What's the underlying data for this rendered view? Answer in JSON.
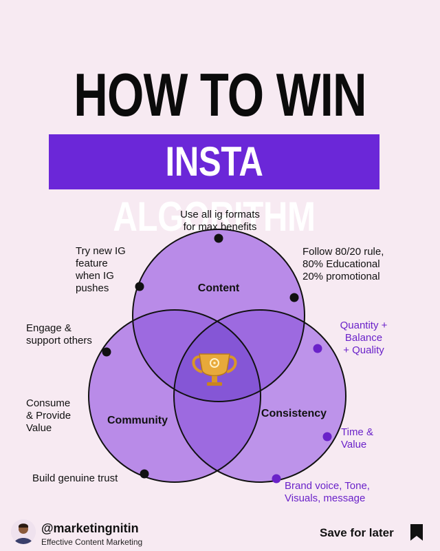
{
  "title": {
    "line1": "HOW TO WIN",
    "line2": "INSTA ALGORITHM"
  },
  "colors": {
    "background": "#f7eaf2",
    "accent": "#6b27d8",
    "circle_fill": "#b98be8",
    "overlap_fill": "#9d6ae0",
    "center_fill": "#8556d6",
    "purple_text": "#6a22c9"
  },
  "circles": {
    "content": "Content",
    "community": "Community",
    "consistency": "Consistency"
  },
  "center_icon": "trophy-icon",
  "labels": {
    "formats": [
      "Use all ig formats",
      "for max benefits"
    ],
    "new_feature": [
      "Try new IG",
      "feature",
      "when IG",
      "pushes"
    ],
    "rule": [
      "Follow 80/20 rule,",
      "80% Educational",
      "20% promotional"
    ],
    "engage": [
      "Engage &",
      "support others"
    ],
    "quantity": [
      "Quantity +",
      "Balance",
      "+ Quality"
    ],
    "consume": [
      "Consume",
      "& Provide",
      "Value"
    ],
    "time_value": [
      "Time &",
      "Value"
    ],
    "trust": [
      "Build genuine trust"
    ],
    "brand": [
      "Brand voice, Tone,",
      "Visuals, message"
    ]
  },
  "footer": {
    "handle": "@marketingnitin",
    "subtitle": "Effective Content Marketing",
    "save": "Save for later",
    "bookmark_icon": "bookmark-icon"
  }
}
